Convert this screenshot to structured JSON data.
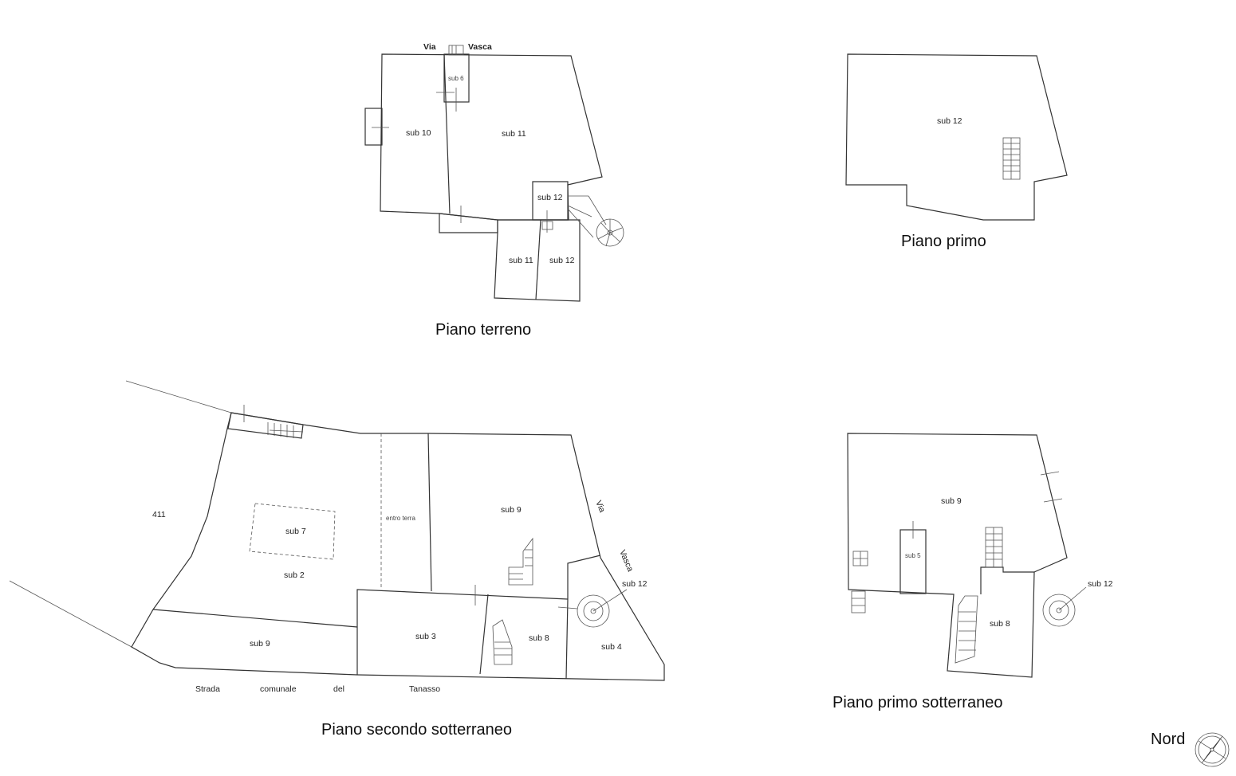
{
  "floors": {
    "ground": {
      "title": "Piano terreno",
      "street_left": "Via",
      "street_right": "Vasca",
      "rooms": {
        "sub6": "sub 6",
        "sub10": "sub 10",
        "sub11a": "sub 11",
        "sub12a": "sub 12",
        "sub11b": "sub 11",
        "sub12b": "sub 12"
      }
    },
    "first": {
      "title": "Piano primo",
      "rooms": {
        "sub12": "sub 12"
      }
    },
    "second_basement": {
      "title": "Piano secondo sotterraneo",
      "rooms": {
        "p411": "411",
        "sub7": "sub 7",
        "sub2": "sub 2",
        "sub9a": "sub 9",
        "sub9b": "sub 9",
        "sub3": "sub 3",
        "sub8": "sub 8",
        "sub4": "sub 4",
        "sub12": "sub 12"
      },
      "entro_terra": "entro terra",
      "via": "Via",
      "vasca": "Vasca",
      "road": {
        "w1": "Strada",
        "w2": "comunale",
        "w3": "del",
        "w4": "Tanasso"
      }
    },
    "first_basement": {
      "title": "Piano primo sotterraneo",
      "rooms": {
        "sub9": "sub 9",
        "sub5": "sub 5",
        "sub8": "sub 8",
        "sub12": "sub 12"
      }
    }
  },
  "compass": {
    "label": "Nord"
  }
}
